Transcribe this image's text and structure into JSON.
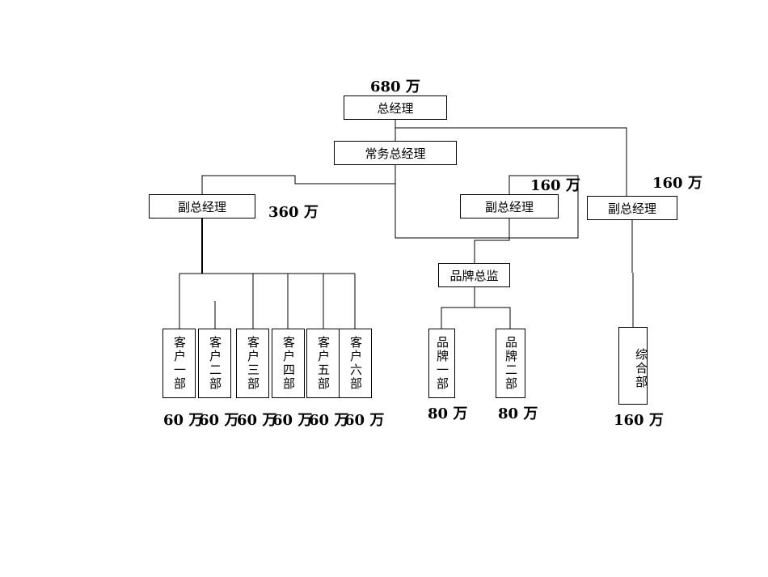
{
  "nodes": {
    "gm": "总经理",
    "exec_gm": "常务总经理",
    "vp_left": "副总经理",
    "vp_mid": "副总经理",
    "vp_right": "副总经理",
    "brand_director": "品牌总监",
    "client1": "客户一部",
    "client2": "客户二部",
    "client3": "客户三部",
    "client4": "客户四部",
    "client5": "客户五部",
    "client6": "客户六部",
    "brand1": "品牌一部",
    "brand2": "品牌二部",
    "general": "综合部"
  },
  "amounts": {
    "gm": "680 万",
    "vp_left": "360 万",
    "vp_mid": "160 万",
    "vp_right": "160 万",
    "client1": "60 万",
    "client2": "60 万",
    "client3": "60 万",
    "client4": "60 万",
    "client5": "60 万",
    "client6": "60 万",
    "brand1": "80 万",
    "brand2": "80 万",
    "general": "160 万"
  }
}
